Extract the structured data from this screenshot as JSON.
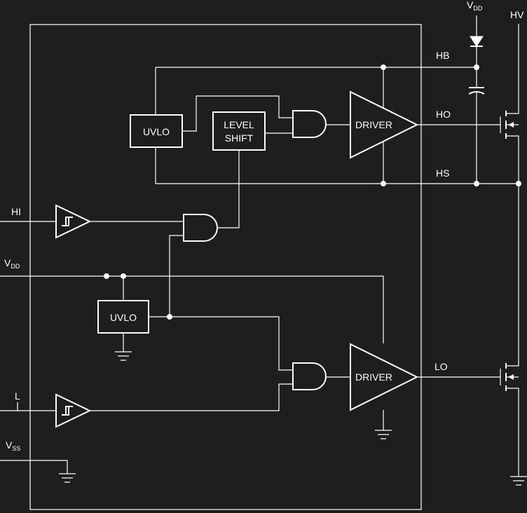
{
  "pins": {
    "vdd_top": {
      "main": "V",
      "sub": "DD"
    },
    "hv": "HV",
    "hb": "HB",
    "ho": "HO",
    "hs": "HS",
    "hi": "HI",
    "vdd_left": {
      "main": "V",
      "sub": "DD"
    },
    "li": "L",
    "vss": {
      "main": "V",
      "sub": "SS"
    },
    "lo": "LO"
  },
  "blocks": {
    "uvlo_high": "UVLO",
    "level_shift_line1": "LEVEL",
    "level_shift_line2": "SHIFT",
    "driver_high": "DRIVER",
    "uvlo_low": "UVLO",
    "driver_low": "DRIVER"
  }
}
